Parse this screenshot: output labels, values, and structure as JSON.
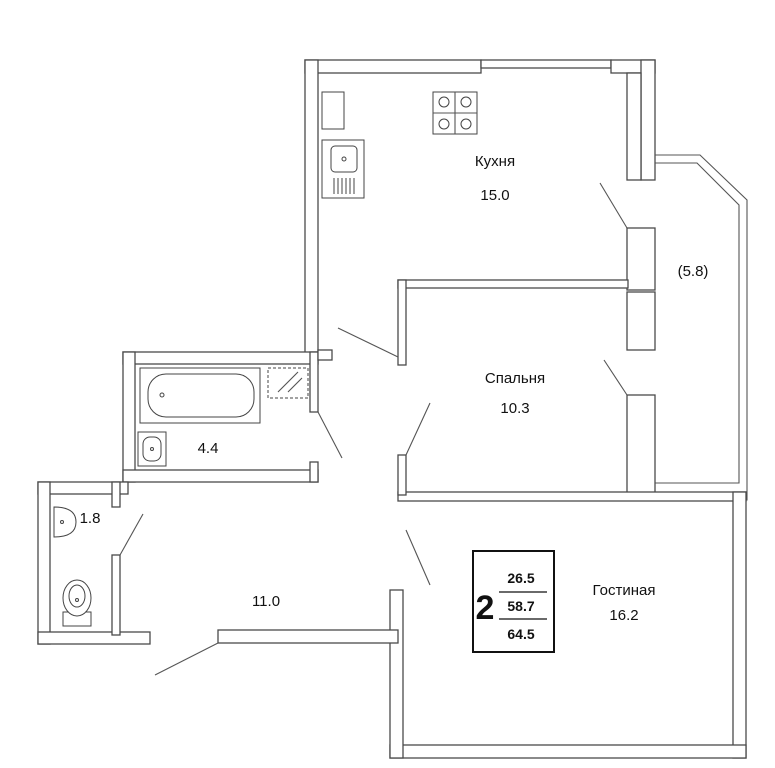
{
  "rooms": {
    "kitchen": {
      "name": "Кухня",
      "area": "15.0"
    },
    "balcony": {
      "area": "(5.8)"
    },
    "bedroom": {
      "name": "Спальня",
      "area": "10.3"
    },
    "bathroom": {
      "area": "4.4"
    },
    "toilet": {
      "area": "1.8"
    },
    "hall": {
      "area": "11.0"
    },
    "living": {
      "name": "Гостиная",
      "area": "16.2"
    }
  },
  "summary": {
    "rooms": "2",
    "living_area": "26.5",
    "total_area": "58.7",
    "total_with_balcony": "64.5"
  },
  "colors": {
    "walls": "#4a4a4a",
    "text": "#111111",
    "background": "#ffffff"
  }
}
